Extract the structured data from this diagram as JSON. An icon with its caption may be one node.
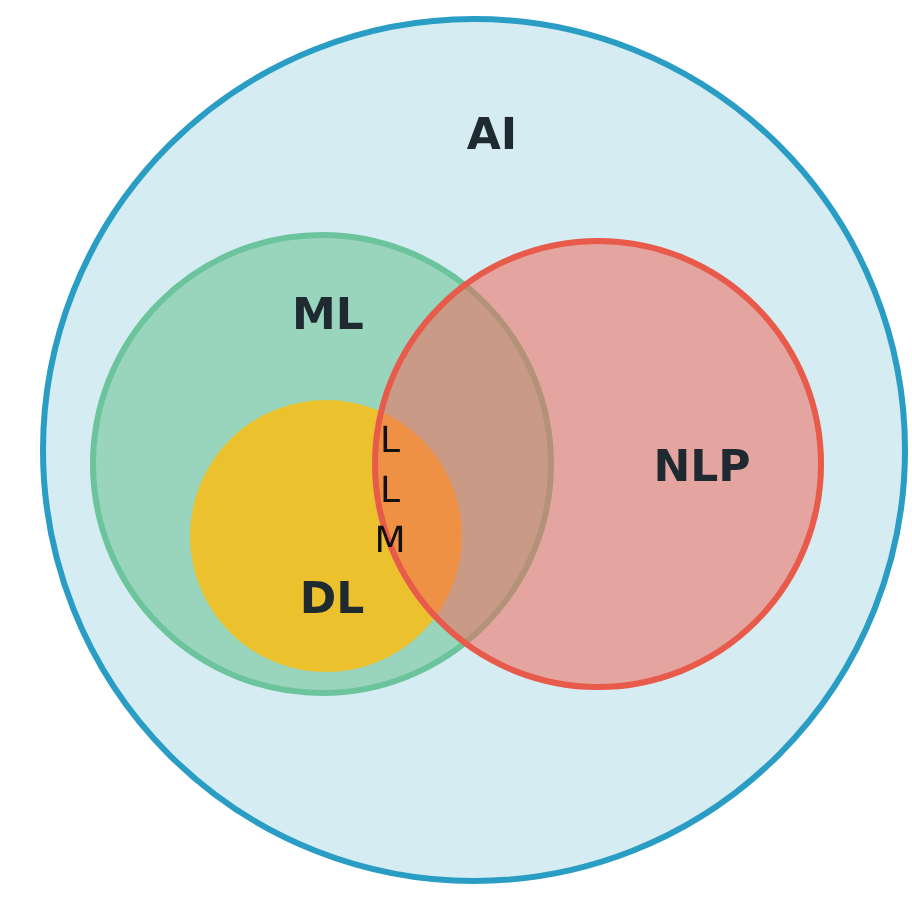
{
  "diagram": {
    "nodes": [
      {
        "text": [
          "AI"
        ]
      },
      {
        "text": [
          "ML"
        ],
        "in": 0
      },
      {
        "text": [
          "DL"
        ],
        "in": 1
      },
      {
        "text": [
          "NLP"
        ],
        "in": 0
      }
    ],
    "labels": [
      "L L M"
    ]
  }
}
